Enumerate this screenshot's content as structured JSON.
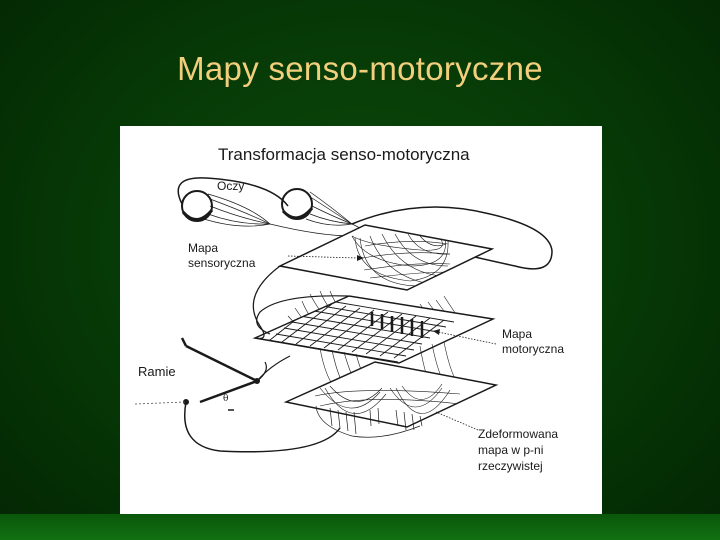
{
  "slide": {
    "title": "Mapy senso-motoryczne"
  },
  "figure": {
    "title": "Transformacja senso-motoryczna",
    "labels": {
      "eyes": "Oczy",
      "sensory_map_line1": "Mapa",
      "sensory_map_line2": "sensoryczna",
      "motor_map_line1": "Mapa",
      "motor_map_line2": "motoryczna",
      "arm": "Ramie",
      "deformed_line1": "Zdeformowana",
      "deformed_line2": "mapa w p-ni",
      "deformed_line3": "rzeczywistej",
      "angle_symbol": "θ"
    }
  },
  "colors": {
    "background": "#063806",
    "title": "#f2cf7c",
    "figure_bg": "#ffffff",
    "ink": "#1a1a1a"
  }
}
